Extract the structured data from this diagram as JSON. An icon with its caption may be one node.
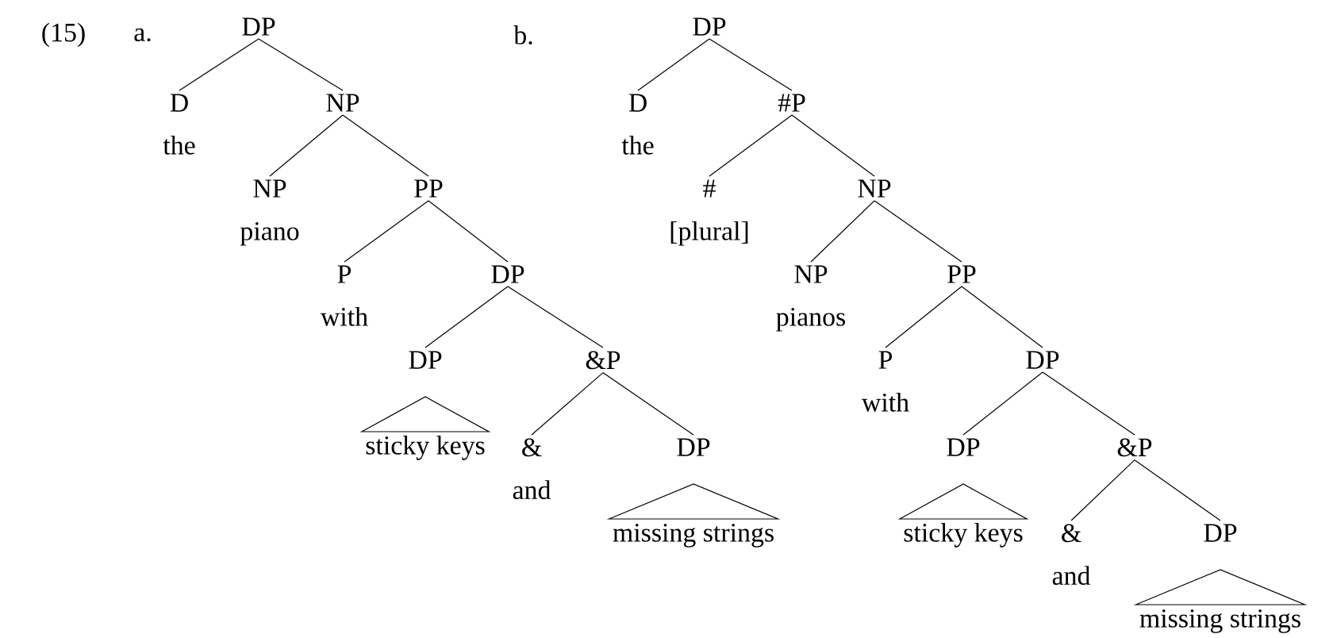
{
  "diagram": {
    "nodes": [
      {
        "text": [
          "DP"
        ]
      },
      {
        "text": [
          "D",
          "the"
        ]
      },
      {
        "text": [
          "NP"
        ]
      },
      {
        "text": [
          "NP",
          "piano"
        ]
      },
      {
        "text": [
          "PP"
        ]
      },
      {
        "text": [
          "P",
          "with"
        ]
      },
      {
        "text": [
          "DP"
        ]
      },
      {
        "text": [
          "DP",
          "sticky keys"
        ]
      },
      {
        "text": [
          "&P"
        ]
      },
      {
        "text": [
          "&",
          "and"
        ]
      },
      {
        "text": [
          "DP",
          "missing strings"
        ]
      },
      {
        "text": [
          "DP"
        ]
      },
      {
        "text": [
          "D",
          "the"
        ]
      },
      {
        "text": [
          "#P"
        ]
      },
      {
        "text": [
          "#",
          "[plural]"
        ]
      },
      {
        "text": [
          "NP"
        ]
      },
      {
        "text": [
          "NP",
          "pianos"
        ]
      },
      {
        "text": [
          "PP"
        ]
      },
      {
        "text": [
          "P",
          "with"
        ]
      },
      {
        "text": [
          "DP"
        ]
      },
      {
        "text": [
          "DP",
          "sticky keys"
        ]
      },
      {
        "text": [
          "&P"
        ]
      },
      {
        "text": [
          "&",
          "and"
        ]
      },
      {
        "text": [
          "DP",
          "missing strings"
        ]
      }
    ],
    "edges": [
      {
        "from": 0,
        "to": 1,
        "arrow": "none"
      },
      {
        "from": 0,
        "to": 2,
        "arrow": "none"
      },
      {
        "from": 2,
        "to": 3,
        "arrow": "none"
      },
      {
        "from": 2,
        "to": 4,
        "arrow": "none"
      },
      {
        "from": 4,
        "to": 5,
        "arrow": "none"
      },
      {
        "from": 4,
        "to": 6,
        "arrow": "none"
      },
      {
        "from": 6,
        "to": 7,
        "arrow": "none"
      },
      {
        "from": 6,
        "to": 8,
        "arrow": "none"
      },
      {
        "from": 8,
        "to": 9,
        "arrow": "none"
      },
      {
        "from": 8,
        "to": 10,
        "arrow": "none"
      },
      {
        "from": 11,
        "to": 12,
        "arrow": "none"
      },
      {
        "from": 11,
        "to": 13,
        "arrow": "none"
      },
      {
        "from": 13,
        "to": 14,
        "arrow": "none"
      },
      {
        "from": 13,
        "to": 15,
        "arrow": "none"
      },
      {
        "from": 15,
        "to": 16,
        "arrow": "none"
      },
      {
        "from": 15,
        "to": 17,
        "arrow": "none"
      },
      {
        "from": 17,
        "to": 18,
        "arrow": "none"
      },
      {
        "from": 17,
        "to": 19,
        "arrow": "none"
      },
      {
        "from": 19,
        "to": 20,
        "arrow": "none"
      },
      {
        "from": 19,
        "to": 21,
        "arrow": "none"
      },
      {
        "from": 21,
        "to": 22,
        "arrow": "none"
      },
      {
        "from": 21,
        "to": 23,
        "arrow": "none"
      }
    ],
    "labels": [
      "(15)",
      "a.",
      "b."
    ]
  }
}
